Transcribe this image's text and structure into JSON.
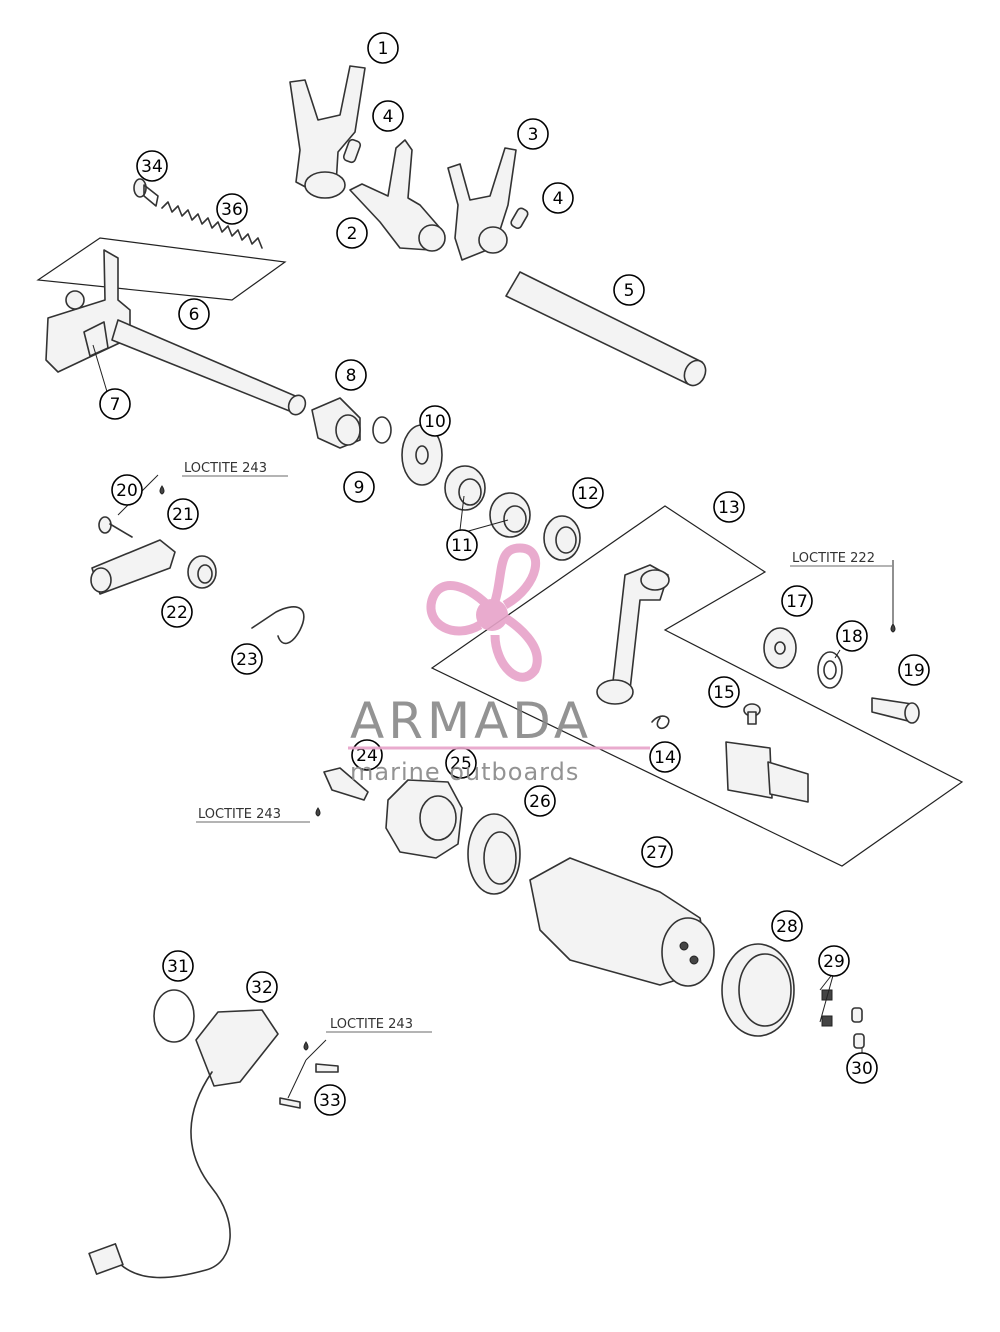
{
  "diagram": {
    "callouts": [
      "1",
      "2",
      "3",
      "4",
      "4",
      "5",
      "6",
      "7",
      "8",
      "9",
      "10",
      "11",
      "12",
      "13",
      "14",
      "15",
      "17",
      "18",
      "19",
      "20",
      "21",
      "22",
      "23",
      "24",
      "25",
      "26",
      "27",
      "28",
      "29",
      "30",
      "31",
      "32",
      "33",
      "34",
      "36"
    ],
    "notes": {
      "loctite_243_a": "LOCTITE 243",
      "loctite_222": "LOCTITE 222",
      "loctite_243_b": "LOCTITE 243",
      "loctite_243_c": "LOCTITE 243"
    }
  },
  "watermark": {
    "brand": "ARMADA",
    "tagline": "marine outboards",
    "accent_color": "#e7a3c9",
    "icon": "propeller-logo-icon"
  }
}
